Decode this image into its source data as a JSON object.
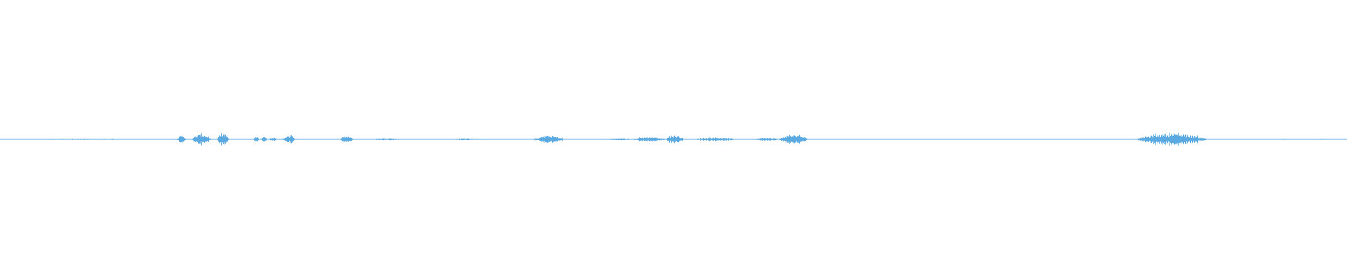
{
  "waveform": {
    "color": "#5aa9e0",
    "background": "#ffffff",
    "baseline_level": 0.0,
    "segments": [
      {
        "start": 0.0,
        "end": 0.13,
        "amplitude": 0.005
      },
      {
        "start": 0.131,
        "end": 0.138,
        "amplitude": 0.04
      },
      {
        "start": 0.142,
        "end": 0.156,
        "amplitude": 0.055
      },
      {
        "start": 0.161,
        "end": 0.17,
        "amplitude": 0.06
      },
      {
        "start": 0.188,
        "end": 0.192,
        "amplitude": 0.025
      },
      {
        "start": 0.194,
        "end": 0.198,
        "amplitude": 0.035
      },
      {
        "start": 0.2,
        "end": 0.205,
        "amplitude": 0.02
      },
      {
        "start": 0.21,
        "end": 0.219,
        "amplitude": 0.045
      },
      {
        "start": 0.252,
        "end": 0.262,
        "amplitude": 0.04
      },
      {
        "start": 0.276,
        "end": 0.297,
        "amplitude": 0.012
      },
      {
        "start": 0.335,
        "end": 0.356,
        "amplitude": 0.01
      },
      {
        "start": 0.397,
        "end": 0.418,
        "amplitude": 0.04
      },
      {
        "start": 0.45,
        "end": 0.47,
        "amplitude": 0.01
      },
      {
        "start": 0.47,
        "end": 0.493,
        "amplitude": 0.025
      },
      {
        "start": 0.494,
        "end": 0.508,
        "amplitude": 0.045
      },
      {
        "start": 0.515,
        "end": 0.546,
        "amplitude": 0.02
      },
      {
        "start": 0.56,
        "end": 0.578,
        "amplitude": 0.02
      },
      {
        "start": 0.578,
        "end": 0.6,
        "amplitude": 0.05
      },
      {
        "start": 0.72,
        "end": 0.74,
        "amplitude": 0.004
      },
      {
        "start": 0.8,
        "end": 0.805,
        "amplitude": 0.004
      },
      {
        "start": 0.844,
        "end": 0.896,
        "amplitude": 0.065
      },
      {
        "start": 0.945,
        "end": 0.96,
        "amplitude": 0.004
      },
      {
        "start": 0.975,
        "end": 0.985,
        "amplitude": 0.004
      }
    ]
  }
}
